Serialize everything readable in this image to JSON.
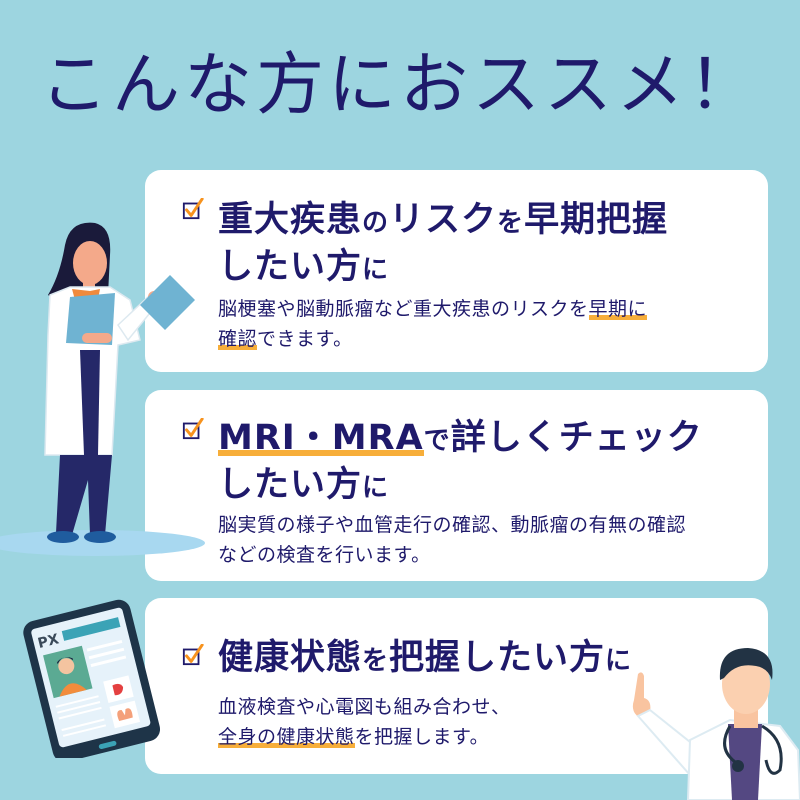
{
  "title": "こんな方におススメ！",
  "colors": {
    "background": "#9DD5E0",
    "card": "#FFFFFF",
    "text": "#1F1A6B",
    "highlight": "#F7AE3A",
    "check": "#F7931E"
  },
  "cards": [
    {
      "heading_line1_a": "重大疾患",
      "heading_line1_b": "の",
      "heading_line1_c": "リスク",
      "heading_line1_d": "を",
      "heading_line1_e": "早期把握",
      "heading_line2_a": "したい方",
      "heading_line2_b": "に",
      "body_line1_a": "脳梗塞や脳動脈瘤など重大疾患のリスクを",
      "body_line1_hl": "早期に",
      "body_line2_hl": "確認",
      "body_line2_b": "できます。",
      "icon": "checkbox-checked-icon"
    },
    {
      "heading_line1_hl": "MRI・MRA",
      "heading_line1_b": "で",
      "heading_line1_c": "詳しくチェック",
      "heading_line2_a": "したい方",
      "heading_line2_b": "に",
      "body_line1": "脳実質の様子や血管走行の確認、動脈瘤の有無の確認",
      "body_line2": "などの検査を行います。",
      "icon": "checkbox-checked-icon"
    },
    {
      "heading_a": "健康状態",
      "heading_b": "を",
      "heading_c": "把握したい方",
      "heading_d": "に",
      "body_line1": "血液検査や心電図も組み合わせ、",
      "body_line2_hl": "全身の健康状態",
      "body_line2_b": "を把握します。",
      "icon": "checkbox-checked-icon"
    }
  ],
  "illustrations": {
    "female_doctor": "female-doctor-holding-documents",
    "tablet": {
      "label": "PX"
    },
    "male_doctor": "male-doctor-pointing"
  }
}
